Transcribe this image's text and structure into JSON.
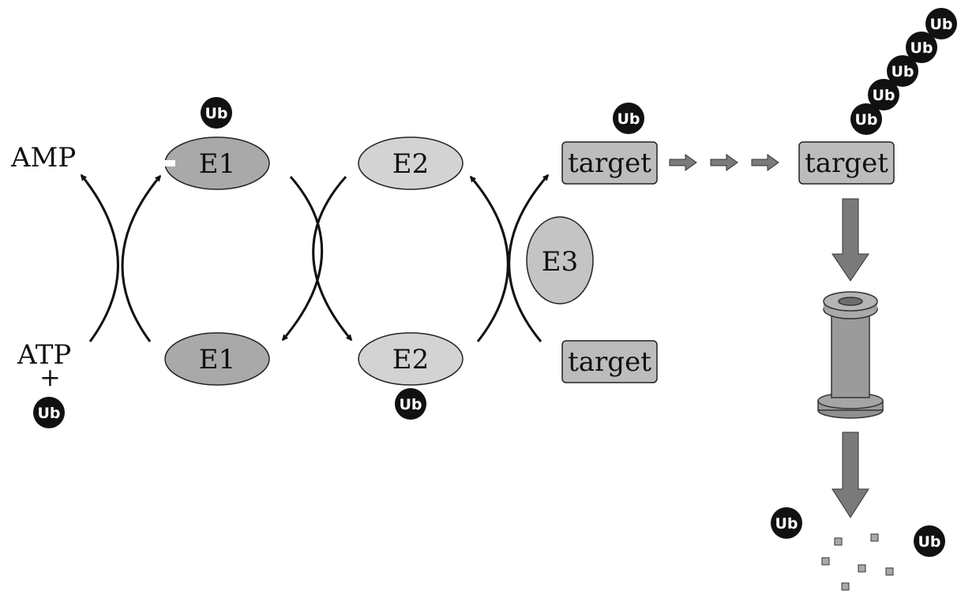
{
  "labels": {
    "amp": "AMP",
    "atp": "ATP",
    "plus": "+",
    "ub": "Ub",
    "e1": "E1",
    "e2": "E2",
    "e3": "E3",
    "target": "target"
  },
  "colors": {
    "e1_fill": "#a9a9a9",
    "e2_fill": "#d3d3d3",
    "e3_fill": "#c4c4c4",
    "target_fill": "#bcbcbc",
    "ub_fill": "#111111",
    "arrow_fill": "#7a7a7a",
    "line": "#111111"
  }
}
